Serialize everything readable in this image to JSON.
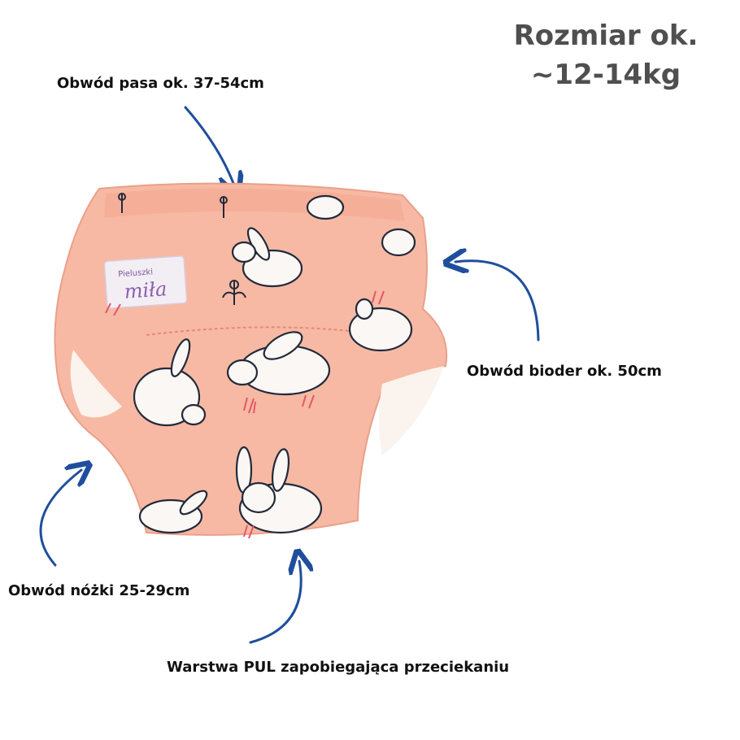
{
  "size_heading": {
    "line1": "Rozmiar ok.",
    "line2": "~12-14kg"
  },
  "labels": {
    "waist": "Obwód pasa ok. 37-54cm",
    "hips": "Obwód bioder ok. 50cm",
    "leg": "Obwód nóżki 25-29cm",
    "pul_layer": "Warstwa PUL zapobiegająca przeciekaniu"
  },
  "brand_tag": {
    "line1": "Pieluszki",
    "line2": "miła"
  },
  "colors": {
    "arrow": "#1f4e9c",
    "fabric": "#f7b9a3",
    "heading": "#4f4f4f"
  },
  "icons": [
    "arrow-icon",
    "bunny-icon",
    "flower-icon"
  ]
}
